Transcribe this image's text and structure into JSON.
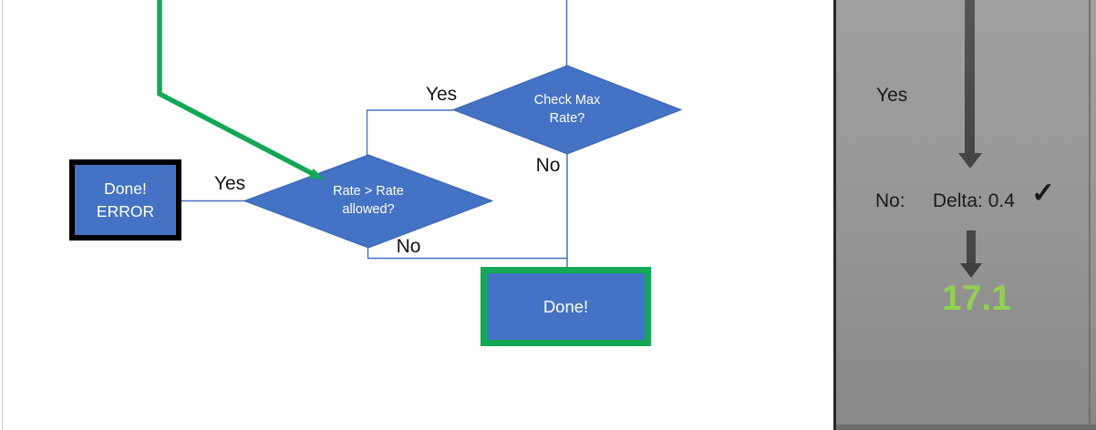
{
  "flowchart": {
    "diamond_check_max": {
      "line1": "Check Max",
      "line2": "Rate?"
    },
    "diamond_rate": {
      "line1": "Rate > Rate",
      "line2": "allowed?"
    },
    "box_done_error": {
      "line1": "Done!",
      "line2": "ERROR"
    },
    "box_done": {
      "label": "Done!"
    },
    "edge_labels": {
      "check_max_yes": "Yes",
      "check_max_no": "No",
      "rate_yes": "Yes",
      "rate_no": "No"
    }
  },
  "side_panel": {
    "yes_label": "Yes",
    "no_label": "No:",
    "delta_label": "Delta: 0.4",
    "check_icon": "✓",
    "result_value": "17.1"
  },
  "colors": {
    "shape_blue": "#4472c4",
    "shape_blue_border": "#3a63ae",
    "connector_blue": "#4472c4",
    "highlight_green": "#12a855",
    "result_green": "#92d050",
    "panel_gray": "#999999",
    "arrow_gray": "#454545",
    "box_border_black": "#000000"
  }
}
